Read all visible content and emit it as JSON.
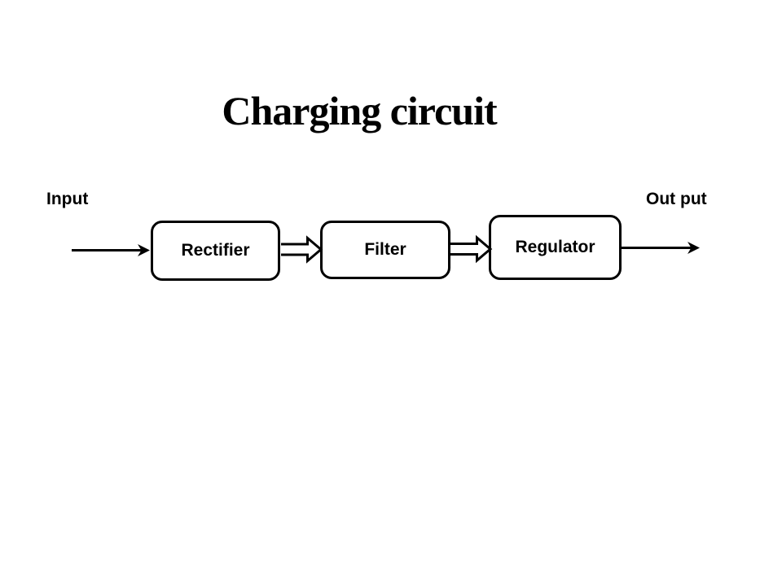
{
  "title": "Charging circuit",
  "diagram": {
    "input_label": "Input",
    "output_label": "Out put",
    "nodes": [
      {
        "id": "rectifier",
        "label": "Rectifier"
      },
      {
        "id": "filter",
        "label": "Filter"
      },
      {
        "id": "regulator",
        "label": "Regulator"
      }
    ],
    "connectors": [
      {
        "from": "input",
        "to": "rectifier",
        "style": "single-line-arrow"
      },
      {
        "from": "rectifier",
        "to": "filter",
        "style": "hollow-block-arrow"
      },
      {
        "from": "filter",
        "to": "regulator",
        "style": "hollow-block-arrow"
      },
      {
        "from": "regulator",
        "to": "output",
        "style": "single-line-arrow"
      }
    ]
  },
  "colors": {
    "ink": "#000000",
    "background": "#ffffff"
  }
}
